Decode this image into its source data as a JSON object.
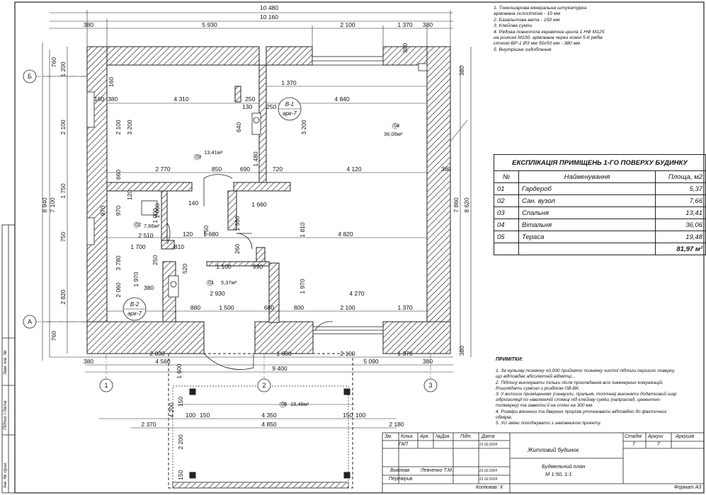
{
  "overall_dims": {
    "top_total": "10 480",
    "top_inner": "10 160",
    "left_total": "8 940",
    "left_inner": "7 100",
    "right_total": "8 620",
    "right_inner": "7 860",
    "bottom_total": "9 400"
  },
  "top_dims": [
    "380",
    "5 930",
    "2 100",
    "1 370",
    "380"
  ],
  "bottom_dims": [
    "380",
    "2 830",
    "1 600",
    "2 100",
    "1 370",
    "380",
    "4 560",
    "5 090"
  ],
  "left_dims": [
    "760",
    "1 200",
    "2 100",
    "1 750",
    "750",
    "2 820",
    "760"
  ],
  "right_dims": [
    "380",
    "380",
    "380"
  ],
  "interior_dims": [
    "160",
    "380",
    "4 310",
    "1 370",
    "4 840",
    "250",
    "130",
    "250",
    "640",
    "1 480",
    "3 200",
    "2 100",
    "3 200",
    "2 770",
    "850",
    "690",
    "720",
    "4 120",
    "380",
    "120",
    "970",
    "1 000",
    "1 660",
    "1 810",
    "2 510",
    "1 680",
    "4 820",
    "1 700",
    "810",
    "3 780",
    "1 100",
    "990",
    "260",
    "250",
    "1 970",
    "2 060",
    "380",
    "2 930",
    "1 970",
    "4 270",
    "880",
    "1 500",
    "680",
    "800",
    "2 100",
    "1 370",
    "140",
    "120",
    "160",
    "660",
    "970",
    "750",
    "1 550",
    "520",
    "1 000"
  ],
  "axes": {
    "a": "А",
    "b": "Б",
    "n1": "1",
    "n2": "2",
    "n3": "3"
  },
  "callouts": {
    "v1_title": "В-1",
    "v1_sub": "арк-7",
    "v2_title": "В-2",
    "v2_sub": "арк-7"
  },
  "rooms": [
    {
      "num": "01",
      "area": "5,37м²"
    },
    {
      "num": "02",
      "area": "7,66м²"
    },
    {
      "num": "03",
      "area": "13,41м²"
    },
    {
      "num": "04",
      "area": "36,06м²"
    },
    {
      "num": "05",
      "area": "19,48м²"
    }
  ],
  "terrace_dims": [
    "1 600",
    "4 200",
    "150",
    "150",
    "4 350",
    "4 850",
    "100",
    "150",
    "2 200",
    "150",
    "2 370",
    "2 180",
    "100"
  ],
  "wall_notes": [
    "1. Тонкошарова мінеральна штукатурка",
    "армована склосіткою                     - 10 мм",
    "2. Базальтова вата                          - 150 мм",
    "3. Клейова суміш",
    "4. Рядова повнотіла керамічна цегла 1 НФ М125",
    "на розчині М100, армована через кожні 5-6 рядів",
    "сіткою ВР-1 Ø3 мм 50х50 мм           - 380 мм",
    "5. Внутрішнє оздоблення"
  ],
  "explication": {
    "title": "ЕКСПЛІКАЦІЯ ПРИМІЩЕНЬ 1-ГО ПОВЕРХУ БУДИНКУ",
    "headers": [
      "№",
      "Найменування",
      "Площа, м2"
    ],
    "rows": [
      [
        "01",
        "Гардероб",
        "5,37"
      ],
      [
        "02",
        "Сан. вузол",
        "7,66"
      ],
      [
        "03",
        "Спальня",
        "13,41"
      ],
      [
        "04",
        "Вітальня",
        "36,06"
      ],
      [
        "05",
        "Тераса",
        "19,48"
      ]
    ],
    "total": "81,97 м²"
  },
  "remarks": {
    "title": "ПРИМІТКИ:",
    "lines": [
      "1. За нульову позначку ±0,000 прийнято позначку чистої підлоги першого поверху,",
      "що відповідає абсолютній відмітці...",
      "2. Підлогу виконувати тільки після прокладання всіх інженерних комунікацій.",
      "Розглядати сумісно з розділом ОВ-ВК.",
      "3. У вологих приміщеннях (санвузли, пральня, топочна) виконати додатковий шар",
      "гідроізоляції по нівелюючій стяжці під клейову суміш (наприклад, цементно-",
      "полімерну) та завести її на стіни на 300 мм.",
      "4. Розміри віконних та дверних прорізів уточнювати відповідно до фактичних",
      "обмірів.",
      "5. Усі зміни погоджувати з замовником проекту."
    ]
  },
  "title_block": {
    "headers": [
      "Зм.",
      "Кільк.",
      "Арк.",
      "№Док.",
      "Підп.",
      "Дата"
    ],
    "gap": "ГАП",
    "gap_date": "21.02.2024",
    "project": "Житловий будинок",
    "executor_label": "Виконав",
    "executor": "Левченко Т.М.",
    "exec_date": "21.02.2024",
    "checker_label": "Перевірив",
    "check_date": "21.02.2024",
    "sheet_title": "Будівельний план",
    "scale": "М 1:50, 1:1",
    "stage_h": "Стадія",
    "sheet_h": "Аркуш",
    "sheets_h": "Аркушів",
    "stage_v": "7",
    "sheet_v": "7",
    "copied": "Копіював: Х",
    "format": "Формат А3"
  },
  "side_stamp": [
    "Інв. № ориг.",
    "Підпис і дата",
    "Зам. інв. №"
  ]
}
